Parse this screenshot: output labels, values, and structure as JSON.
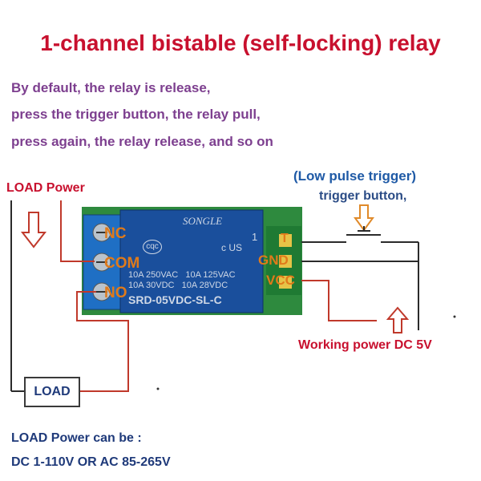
{
  "title": "1-channel bistable (self-locking) relay",
  "description": [
    "By default, the relay is release,",
    "press the trigger button, the relay pull,",
    "press again, the relay release, and so on"
  ],
  "load_power_label": "LOAD Power",
  "trigger": {
    "line1": "(Low pulse trigger)",
    "line2": "trigger button,"
  },
  "relay": {
    "brand": "SONGLE",
    "rating1": "10A 250VAC   10A 125VAC",
    "rating2": "10A 30VDC   10A 28VDC",
    "model": "SRD-05VDC-SL-C",
    "ul_mark": "c  US",
    "cqc": "cqc",
    "number": "1"
  },
  "pins": {
    "nc": "NC",
    "com": "COM",
    "no": "NO",
    "t": "T",
    "gnd": "GND",
    "vcc": "VCC"
  },
  "working_power": "Working power DC 5V",
  "load_box": "LOAD",
  "load_power_note": {
    "line1": "LOAD Power can be :",
    "line2": "DC 1-110V OR AC 85-265V"
  },
  "colors": {
    "title": "#c8102e",
    "description": "#7d3f8f",
    "wire_red": "#c0392b",
    "wire_dark": "#2b2b2b",
    "relay_blue": "#1a4f9c",
    "pcb_green": "#2e8a3e",
    "terminal_blue": "#1f6fc4",
    "pin_orange": "#e07a1a"
  }
}
